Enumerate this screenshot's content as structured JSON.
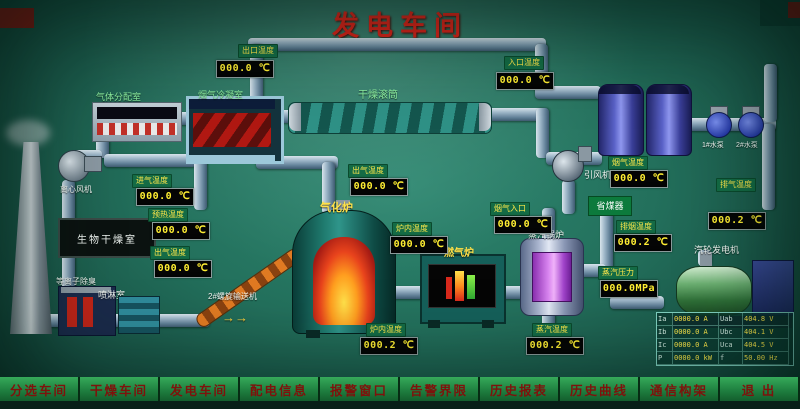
{
  "header": {
    "title": "发电车间"
  },
  "equipment": {
    "gas_distribution_room": "气体分配室",
    "flue_gas_condenser": "烟气冷凝室",
    "drying_drum": "干燥滚筒",
    "centrifugal_fan": "离心风机",
    "bio_drying_room": "生物干燥室",
    "plasma_deodorizer": "等离子除臭",
    "spray_room": "喷淋室",
    "screw_conveyor": "2#螺旋输送机",
    "gasifier": "气化炉",
    "gas_furnace": "燃气炉",
    "steam_boiler": "蒸汽锅炉",
    "economizer": "省煤器",
    "induced_draft_fan": "引风机",
    "turbine_generator": "汽轮发电机",
    "pump_1": "1#水泵",
    "pump_2": "2#水泵"
  },
  "gauges": {
    "outlet_temp": {
      "label": "出口温度",
      "value": "000.0 ℃"
    },
    "inlet_temp": {
      "label": "入口温度",
      "value": "000.0 ℃"
    },
    "intake_temp": {
      "label": "进气温度",
      "value": "000.0 ℃"
    },
    "preheat_temp": {
      "label": "预热温度",
      "value": "000.0 ℃"
    },
    "outgas_temp_left": {
      "label": "出气温度",
      "value": "000.0 ℃"
    },
    "outgas_temp_mid": {
      "label": "出气温度",
      "value": "000.0 ℃"
    },
    "gasifier_temp": {
      "label": "炉内温度",
      "value": "000.0 ℃"
    },
    "furnace_temp": {
      "label": "炉内温度",
      "value": "000.2 ℃"
    },
    "flue_inlet_temp": {
      "label": "烟气入口",
      "value": "000.0 ℃"
    },
    "flue_temp": {
      "label": "烟气温度",
      "value": "000.0 ℃"
    },
    "exhaust_flue_temp": {
      "label": "排烟温度",
      "value": "000.2 ℃"
    },
    "steam_pressure": {
      "label": "蒸汽压力",
      "value": "000.0MPa"
    },
    "steam_temp": {
      "label": "蒸汽温度",
      "value": "000.2 ℃"
    },
    "exhaust_temp": {
      "label": "排气温度",
      "value": "000.2 ℃"
    }
  },
  "conveyor_arrows": "→→",
  "power_table": {
    "rows": [
      [
        "Ia",
        "0000.0 A",
        "Uab",
        "404.8 V"
      ],
      [
        "Ib",
        "0000.0 A",
        "Ubc",
        "404.1 V"
      ],
      [
        "Ic",
        "0000.0 A",
        "Uca",
        "404.5 V"
      ],
      [
        "P",
        "0000.0 kW",
        "f",
        "50.00 Hz"
      ]
    ]
  },
  "nav": {
    "items": [
      "分选车间",
      "干燥车间",
      "发电车间",
      "配电信息",
      "报警窗口",
      "告警界限",
      "历史报表",
      "历史曲线",
      "通信构架",
      "退 出"
    ]
  }
}
